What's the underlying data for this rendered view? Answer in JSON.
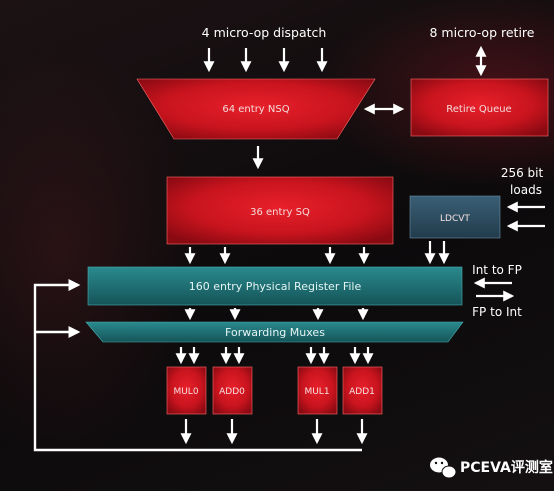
{
  "top_labels": {
    "dispatch": "4 micro-op dispatch",
    "retire": "8 micro-op retire"
  },
  "blocks": {
    "nsq": "64 entry NSQ",
    "retire_queue": "Retire Queue",
    "sq": "36 entry SQ",
    "ldcvt": "LDCVT",
    "prf": "160 entry Physical Register File",
    "fwd": "Forwarding Muxes",
    "mul0": "MUL0",
    "add0": "ADD0",
    "mul1": "MUL1",
    "add1": "ADD1"
  },
  "side_labels": {
    "loads_line1": "256 bit",
    "loads_line2": "loads",
    "int_to_fp": "Int to FP",
    "fp_to_int": "FP to Int"
  },
  "watermark": "PCEVA评测室",
  "colors": {
    "red_block": "#c8141e",
    "teal_block": "#1e6e72",
    "ldcvt_block": "#2c4a5e",
    "arrow": "#ffffff"
  }
}
